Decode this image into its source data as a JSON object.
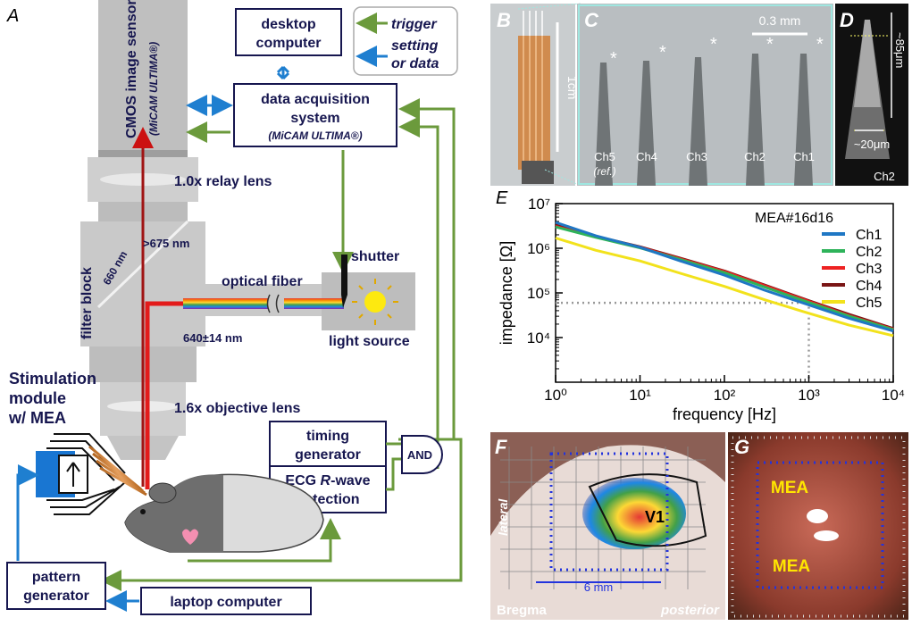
{
  "panel_labels": {
    "a": "A",
    "b": "B",
    "c": "C",
    "d": "D",
    "e": "E",
    "f": "F",
    "g": "G"
  },
  "schematic": {
    "cmos_sensor": "CMOS image sensor",
    "cmos_sensor_model": "(MiCAM ULTIMA®)",
    "desktop": [
      "desktop",
      "computer"
    ],
    "daq": [
      "data acquisition",
      "system"
    ],
    "daq_model": "(MiCAM ULTIMA®)",
    "legend": {
      "trigger": "trigger",
      "setting_data": [
        "setting",
        "or data"
      ]
    },
    "relay_lens": "1.0x relay lens",
    "filter_block": "filter block",
    "filter_gt675": ">675 nm",
    "filter_660": "660 nm",
    "optical_fiber": "optical fiber",
    "shutter": "shutter",
    "excitation": "640±14 nm",
    "light_source": "light source",
    "objective_lens": "1.6x objective lens",
    "stim_module": [
      "Stimulation",
      "module",
      "w/ MEA"
    ],
    "timing_generator": [
      "timing",
      "generator"
    ],
    "ecg": [
      "ECG ",
      "R",
      "-wave"
    ],
    "ecg_detection": "detection",
    "and_gate": "AND",
    "pattern_generator": [
      "pattern",
      "generator"
    ],
    "laptop": "laptop computer",
    "colors": {
      "trigger": "#6b9a3c",
      "data": "#1f7fd0",
      "navy": "#16164f",
      "beam": "#cc1111"
    }
  },
  "photo_b": {
    "scale": "1cm"
  },
  "photo_c": {
    "scale": "0.3 mm",
    "marker": "*",
    "channels": [
      "Ch5",
      "Ch4",
      "Ch3",
      "Ch2",
      "Ch1"
    ],
    "ref": "(ref.)"
  },
  "photo_d": {
    "length": "~85μm",
    "width": "~20μm",
    "channel": "Ch2"
  },
  "chart_data": {
    "type": "line",
    "title": "MEA#16d16",
    "xlabel": "frequency [Hz]",
    "ylabel": "impedance [Ω]",
    "xscale": "log",
    "yscale": "log",
    "xlim": [
      1,
      10000
    ],
    "ylim": [
      1000,
      10000000
    ],
    "x_ticks": [
      "10⁰",
      "10¹",
      "10²",
      "10³",
      "10⁴"
    ],
    "y_ticks": [
      "10⁴",
      "10⁵",
      "10⁶",
      "10⁷"
    ],
    "reference": {
      "x": 1000,
      "y": 60000
    },
    "x": [
      1,
      3,
      10,
      30,
      100,
      300,
      1000,
      3000,
      10000
    ],
    "series": [
      {
        "name": "Ch1",
        "color": "#1f77c4",
        "values": [
          3800000,
          1900000,
          1050000,
          520000,
          250000,
          115000,
          54000,
          27000,
          14000
        ]
      },
      {
        "name": "Ch2",
        "color": "#2eb35a",
        "values": [
          3000000,
          1750000,
          1020000,
          560000,
          285000,
          135000,
          61000,
          30000,
          15000
        ]
      },
      {
        "name": "Ch3",
        "color": "#ee2222",
        "values": [
          3100000,
          1800000,
          1050000,
          580000,
          300000,
          145000,
          65000,
          31000,
          15500
        ]
      },
      {
        "name": "Ch4",
        "color": "#7a1515",
        "values": [
          3400000,
          1850000,
          1080000,
          600000,
          310000,
          150000,
          67000,
          33000,
          16000
        ]
      },
      {
        "name": "Ch5",
        "color": "#f2e21c",
        "values": [
          1700000,
          900000,
          520000,
          275000,
          140000,
          70000,
          35000,
          19000,
          11000
        ]
      }
    ]
  },
  "photo_f": {
    "region": "V1",
    "scale": "6 mm",
    "bregma": "Bregma",
    "lateral": "lateral",
    "posterior": "posterior"
  },
  "photo_g": {
    "mea_top": "MEA",
    "mea_bottom": "MEA"
  }
}
